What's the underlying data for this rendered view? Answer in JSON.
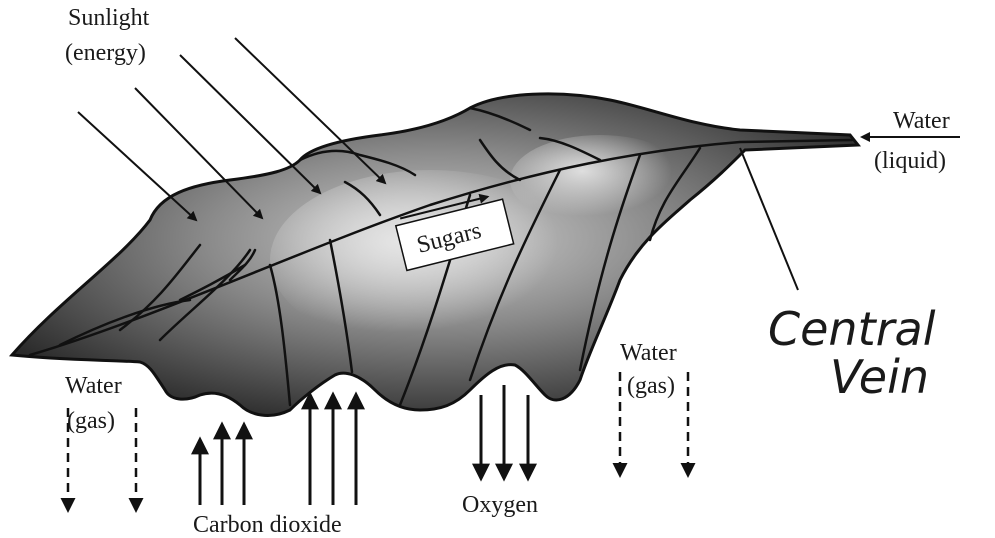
{
  "labels": {
    "sunlight_line1": "Sunlight",
    "sunlight_line2": "(energy)",
    "water_liquid_line1": "Water",
    "water_liquid_line2": "(liquid)",
    "sugars": "Sugars",
    "central_vein_line1": "Central",
    "central_vein_line2": "Vein",
    "water_gas_left_line1": "Water",
    "water_gas_left_line2": "(gas)",
    "water_gas_right_line1": "Water",
    "water_gas_right_line2": "(gas)",
    "carbon_dioxide": "Carbon dioxide",
    "oxygen": "Oxygen"
  },
  "colors": {
    "ink": "#111111",
    "leaf_dark": "#2b2b2b",
    "leaf_light": "#bdbdbd",
    "background": "#ffffff"
  }
}
